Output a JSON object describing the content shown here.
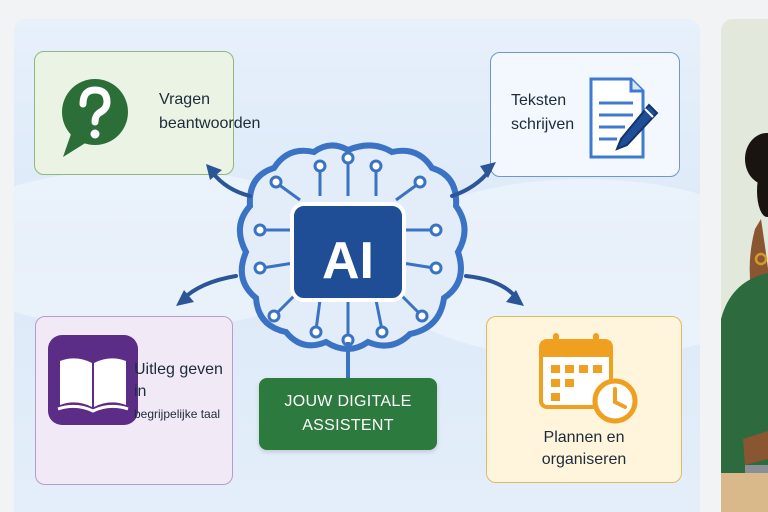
{
  "center": {
    "badge": "AI",
    "banner_line1": "JOUW DIGITALE",
    "banner_line2": "ASSISTENT"
  },
  "cards": {
    "questions": {
      "line1": "Vragen",
      "line2": "beantwoorden",
      "icon": "question-bubble-icon"
    },
    "texts": {
      "line1": "Teksten",
      "line2": "schrijven",
      "icon": "document-pen-icon"
    },
    "explain": {
      "line1": "Uitleg geven",
      "line2": "in",
      "line3": "begrijpelijke taal",
      "icon": "open-book-icon"
    },
    "plan": {
      "line1": "Plannen en",
      "line2": "organiseren",
      "icon": "calendar-clock-icon"
    }
  },
  "colors": {
    "ai_blue": "#1f4e96",
    "brain_blue": "#3b73c4",
    "green": "#2c7a3e",
    "purple": "#5b2d86",
    "orange": "#f0a020",
    "arrow": "#2b5597"
  }
}
